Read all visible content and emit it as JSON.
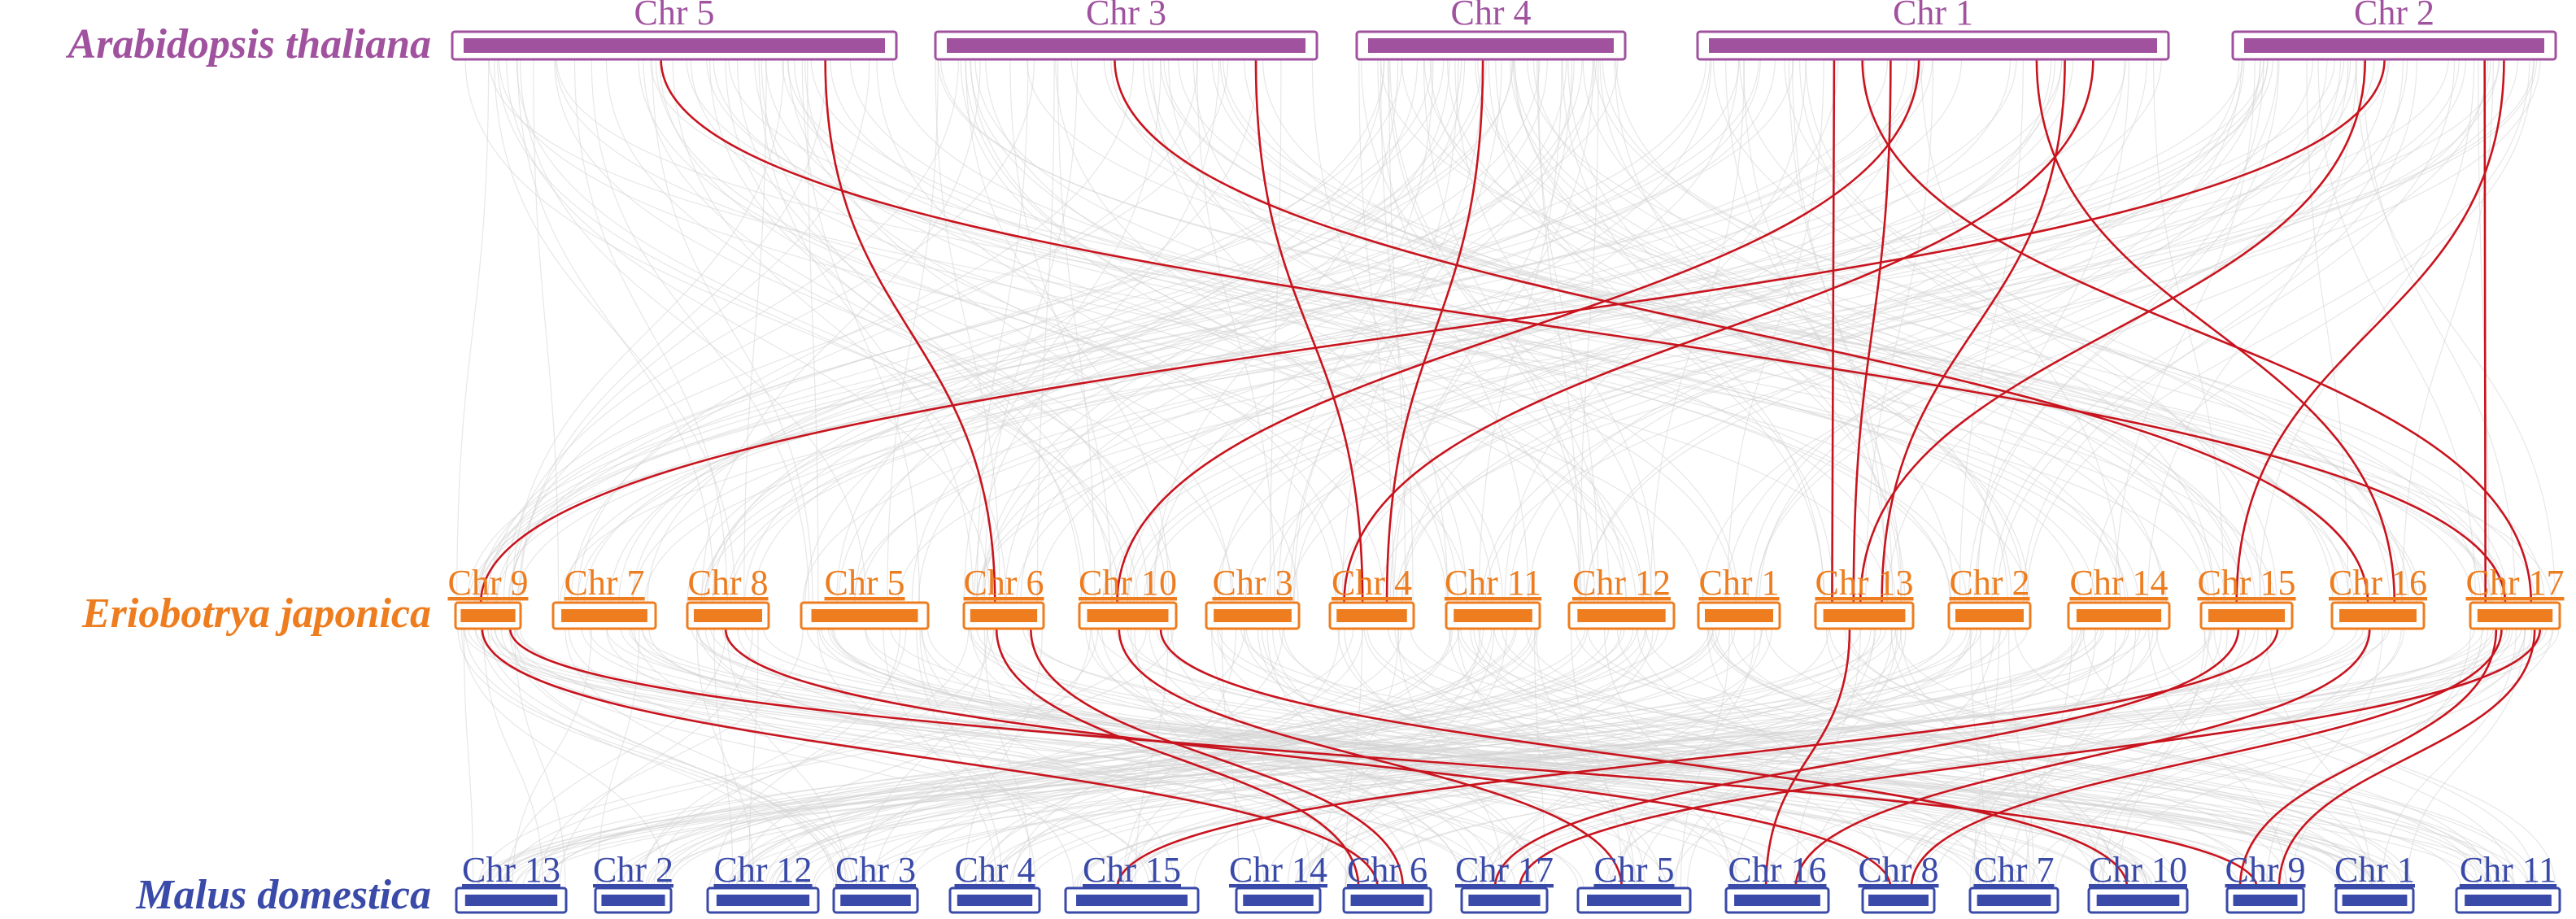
{
  "colors": {
    "arabidopsis": "#a0529e",
    "eriobotrya": "#ed7d1f",
    "malus": "#3a4aa8",
    "background_links": "#d3d3d3",
    "highlight_links": "#c8141e"
  },
  "species": [
    {
      "name": "Arabidopsis thaliana",
      "chromosomes": [
        "Chr 5",
        "Chr 3",
        "Chr 4",
        "Chr 1",
        "Chr 2"
      ]
    },
    {
      "name": "Eriobotrya japonica",
      "chromosomes": [
        "Chr 9",
        "Chr 7",
        "Chr 8",
        "Chr 5",
        "Chr 6",
        "Chr 10",
        "Chr 3",
        "Chr 4",
        "Chr 11",
        "Chr 12",
        "Chr 1",
        "Chr 13",
        "Chr 2",
        "Chr 14",
        "Chr 15",
        "Chr 16",
        "Chr 17"
      ]
    },
    {
      "name": "Malus domestica",
      "chromosomes": [
        "Chr 13",
        "Chr 2",
        "Chr 12",
        "Chr 3",
        "Chr 4",
        "Chr 15",
        "Chr 14",
        "Chr 6",
        "Chr 17",
        "Chr 5",
        "Chr 16",
        "Chr 8",
        "Chr 7",
        "Chr 10",
        "Chr 9",
        "Chr 1",
        "Chr 11"
      ]
    }
  ],
  "highlight_links": [
    {
      "from": "Arabidopsis thaliana Chr 5",
      "to": "Eriobotrya japonica Chr 17"
    },
    {
      "from": "Arabidopsis thaliana Chr 5",
      "to": "Eriobotrya japonica Chr 6"
    },
    {
      "from": "Arabidopsis thaliana Chr 3",
      "to": "Eriobotrya japonica Chr 16"
    },
    {
      "from": "Arabidopsis thaliana Chr 3",
      "to": "Eriobotrya japonica Chr 4"
    },
    {
      "from": "Arabidopsis thaliana Chr 4",
      "to": "Eriobotrya japonica Chr 4"
    },
    {
      "from": "Arabidopsis thaliana Chr 1",
      "to": "Eriobotrya japonica Chr 10"
    },
    {
      "from": "Arabidopsis thaliana Chr 1",
      "to": "Eriobotrya japonica Chr 4"
    },
    {
      "from": "Arabidopsis thaliana Chr 1",
      "to": "Eriobotrya japonica Chr 13"
    },
    {
      "from": "Arabidopsis thaliana Chr 1",
      "to": "Eriobotrya japonica Chr 13"
    },
    {
      "from": "Arabidopsis thaliana Chr 1",
      "to": "Eriobotrya japonica Chr 17"
    },
    {
      "from": "Arabidopsis thaliana Chr 1",
      "to": "Eriobotrya japonica Chr 16"
    },
    {
      "from": "Arabidopsis thaliana Chr 1",
      "to": "Eriobotrya japonica Chr 13"
    },
    {
      "from": "Arabidopsis thaliana Chr 2",
      "to": "Eriobotrya japonica Chr 9"
    },
    {
      "from": "Arabidopsis thaliana Chr 2",
      "to": "Eriobotrya japonica Chr 15"
    },
    {
      "from": "Arabidopsis thaliana Chr 2",
      "to": "Eriobotrya japonica Chr 13"
    },
    {
      "from": "Arabidopsis thaliana Chr 2",
      "to": "Eriobotrya japonica Chr 17"
    },
    {
      "from": "Eriobotrya japonica Chr 9",
      "to": "Malus domestica Chr 9"
    },
    {
      "from": "Eriobotrya japonica Chr 9",
      "to": "Malus domestica Chr 6"
    },
    {
      "from": "Eriobotrya japonica Chr 8",
      "to": "Malus domestica Chr 8"
    },
    {
      "from": "Eriobotrya japonica Chr 6",
      "to": "Malus domestica Chr 6"
    },
    {
      "from": "Eriobotrya japonica Chr 6",
      "to": "Malus domestica Chr 6"
    },
    {
      "from": "Eriobotrya japonica Chr 10",
      "to": "Malus domestica Chr 10"
    },
    {
      "from": "Eriobotrya japonica Chr 10",
      "to": "Malus domestica Chr 5"
    },
    {
      "from": "Eriobotrya japonica Chr 13",
      "to": "Malus domestica Chr 16"
    },
    {
      "from": "Eriobotrya japonica Chr 15",
      "to": "Malus domestica Chr 15"
    },
    {
      "from": "Eriobotrya japonica Chr 15",
      "to": "Malus domestica Chr 17"
    },
    {
      "from": "Eriobotrya japonica Chr 16",
      "to": "Malus domestica Chr 16"
    },
    {
      "from": "Eriobotrya japonica Chr 17",
      "to": "Malus domestica Chr 17"
    },
    {
      "from": "Eriobotrya japonica Chr 17",
      "to": "Malus domestica Chr 8"
    },
    {
      "from": "Eriobotrya japonica Chr 17",
      "to": "Malus domestica Chr 9"
    },
    {
      "from": "Eriobotrya japonica Chr 17",
      "to": "Malus domestica Chr 9"
    }
  ]
}
